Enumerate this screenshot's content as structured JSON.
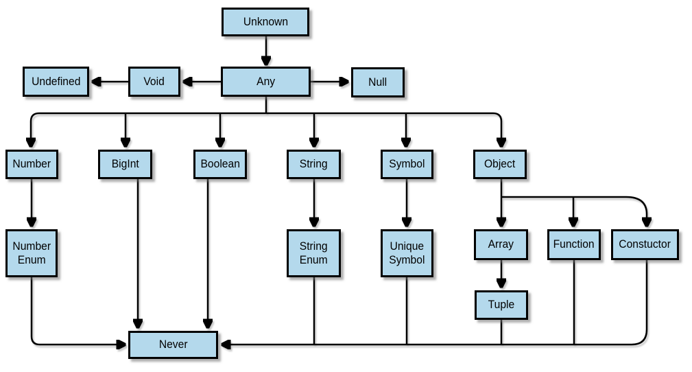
{
  "diagram": {
    "nodes": {
      "unknown": {
        "label": "Unknown"
      },
      "undefined": {
        "label": "Undefined"
      },
      "void": {
        "label": "Void"
      },
      "any": {
        "label": "Any"
      },
      "null": {
        "label": "Null"
      },
      "number": {
        "label": "Number"
      },
      "bigint": {
        "label": "BigInt"
      },
      "boolean": {
        "label": "Boolean"
      },
      "string": {
        "label": "String"
      },
      "symbol": {
        "label": "Symbol"
      },
      "object": {
        "label": "Object"
      },
      "number_enum": {
        "label": "Number\nEnum"
      },
      "string_enum": {
        "label": "String\nEnum"
      },
      "unique_symbol": {
        "label": "Unique\nSymbol"
      },
      "array": {
        "label": "Array"
      },
      "function": {
        "label": "Function"
      },
      "constuctor": {
        "label": "Constuctor"
      },
      "tuple": {
        "label": "Tuple"
      },
      "never": {
        "label": "Never"
      }
    },
    "edges": [
      {
        "from": "Unknown",
        "to": "Any"
      },
      {
        "from": "Any",
        "to": "Void"
      },
      {
        "from": "Void",
        "to": "Undefined"
      },
      {
        "from": "Any",
        "to": "Null"
      },
      {
        "from": "Any",
        "to": "Number"
      },
      {
        "from": "Any",
        "to": "BigInt"
      },
      {
        "from": "Any",
        "to": "Boolean"
      },
      {
        "from": "Any",
        "to": "String"
      },
      {
        "from": "Any",
        "to": "Symbol"
      },
      {
        "from": "Any",
        "to": "Object"
      },
      {
        "from": "Number",
        "to": "Number Enum"
      },
      {
        "from": "String",
        "to": "String Enum"
      },
      {
        "from": "Symbol",
        "to": "Unique Symbol"
      },
      {
        "from": "Object",
        "to": "Array"
      },
      {
        "from": "Object",
        "to": "Function"
      },
      {
        "from": "Object",
        "to": "Constuctor"
      },
      {
        "from": "Array",
        "to": "Tuple"
      },
      {
        "from": "Number Enum",
        "to": "Never"
      },
      {
        "from": "BigInt",
        "to": "Never"
      },
      {
        "from": "Boolean",
        "to": "Never"
      },
      {
        "from": "String Enum",
        "to": "Never"
      },
      {
        "from": "Unique Symbol",
        "to": "Never"
      },
      {
        "from": "Tuple",
        "to": "Never"
      },
      {
        "from": "Function",
        "to": "Never"
      },
      {
        "from": "Constuctor",
        "to": "Never"
      }
    ],
    "colors": {
      "node_fill": "#b4d9ec",
      "node_border": "#000000",
      "connector": "#000000",
      "background": "#ffffff"
    }
  }
}
